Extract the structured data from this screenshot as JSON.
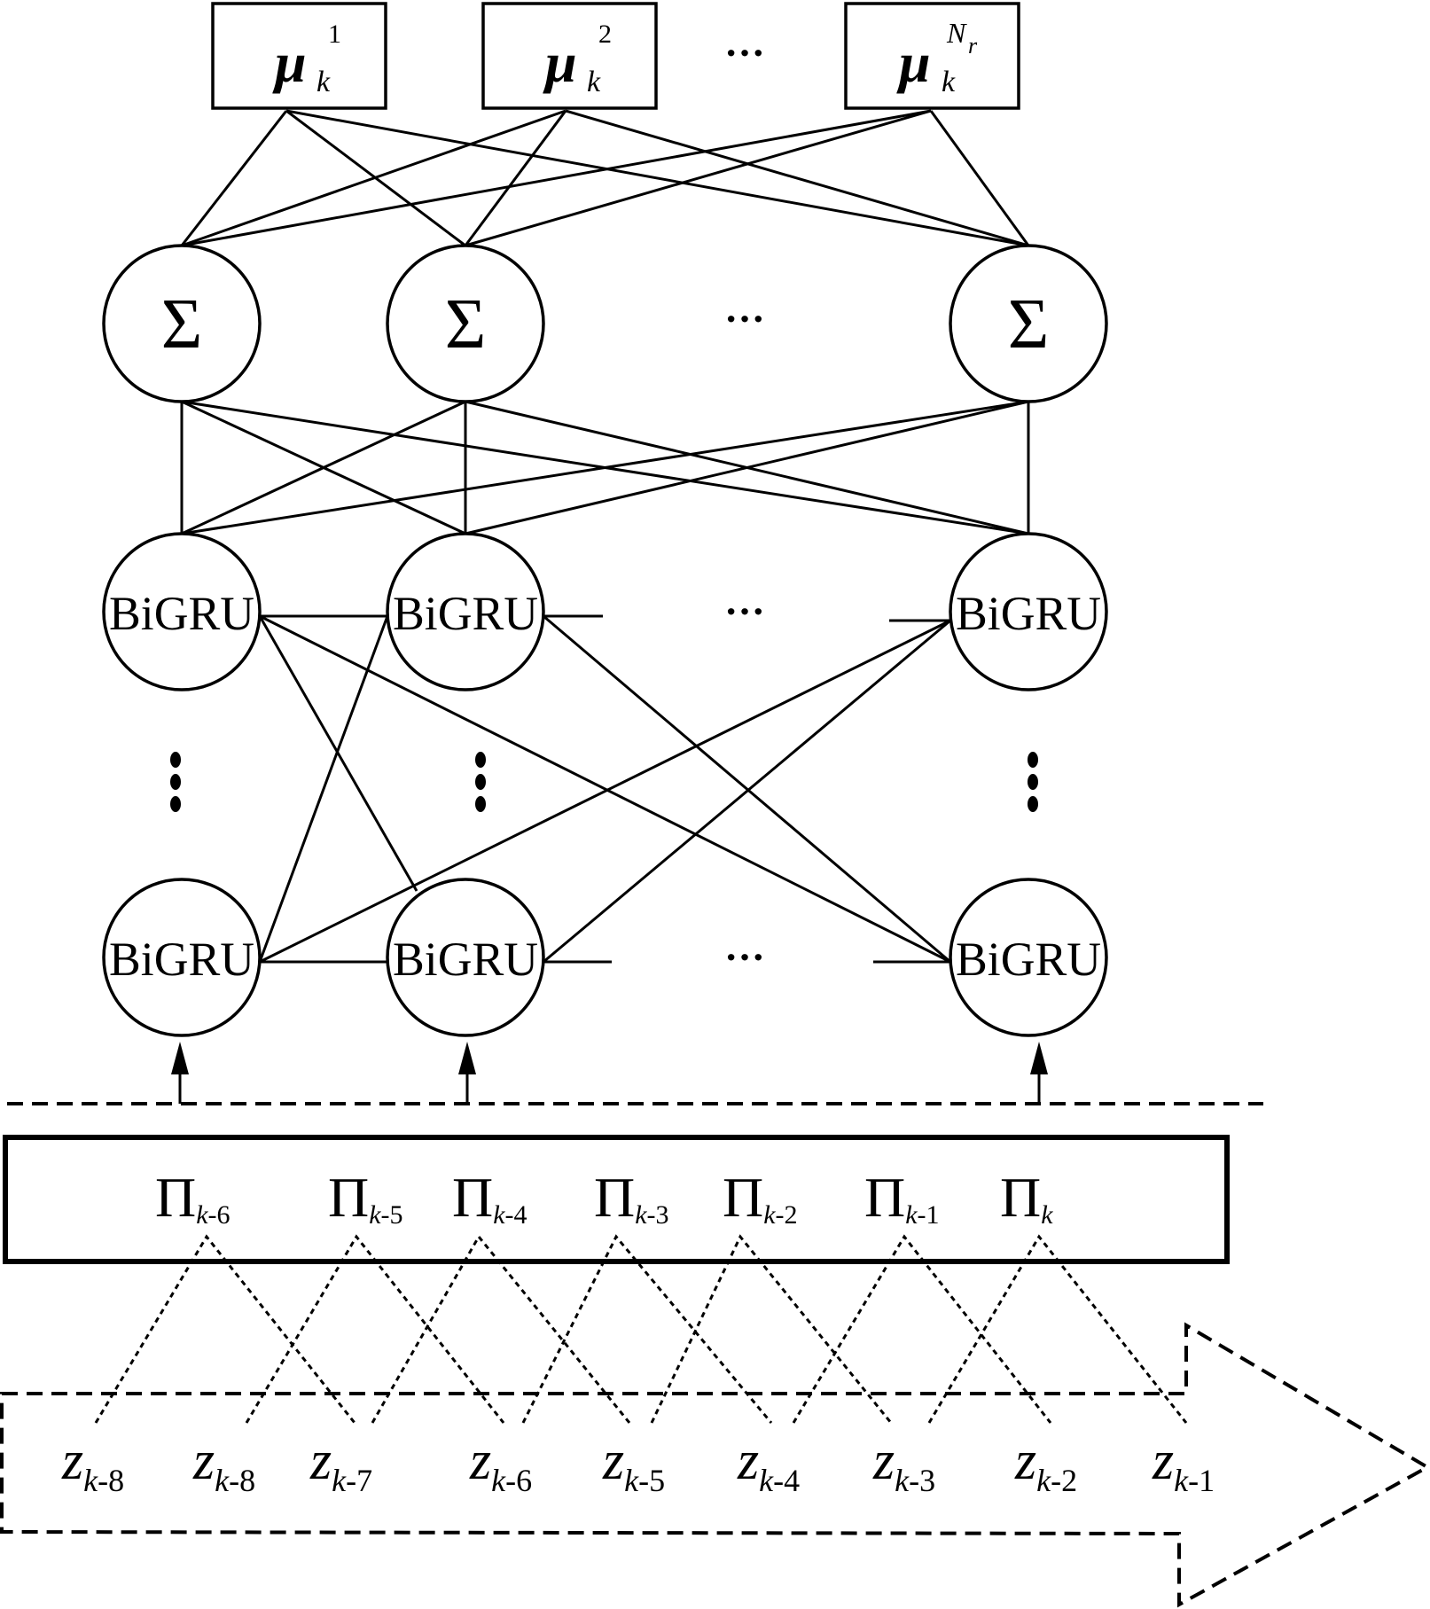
{
  "diagram": {
    "output_layer": {
      "nodes": [
        {
          "symbol": "μ",
          "sub": "k",
          "sup": "1"
        },
        {
          "symbol": "μ",
          "sub": "k",
          "sup": "2"
        },
        {
          "symbol": "μ",
          "sub": "k",
          "sup": "N",
          "sup_sub": "r"
        }
      ],
      "ellipsis": "···"
    },
    "sum_layer": {
      "label": "Σ",
      "count_visible": 3,
      "ellipsis": "···"
    },
    "bigru_layers": {
      "label": "BiGRU",
      "rows": 2,
      "ellipsis": "···",
      "vertical_ellipsis": "⋮"
    },
    "pi_box": {
      "items": [
        {
          "symbol": "Π",
          "sub_var": "k",
          "sub_rest": "-6"
        },
        {
          "symbol": "Π",
          "sub_var": "k",
          "sub_rest": "-5"
        },
        {
          "symbol": "Π",
          "sub_var": "k",
          "sub_rest": "-4"
        },
        {
          "symbol": "Π",
          "sub_var": "k",
          "sub_rest": "-3"
        },
        {
          "symbol": "Π",
          "sub_var": "k",
          "sub_rest": "-2"
        },
        {
          "symbol": "Π",
          "sub_var": "k",
          "sub_rest": "-1"
        },
        {
          "symbol": "Π",
          "sub_var": "k",
          "sub_rest": ""
        }
      ]
    },
    "inputs": {
      "items": [
        {
          "symbol": "z",
          "sub_var": "k",
          "sub_rest": "-8"
        },
        {
          "symbol": "z",
          "sub_var": "k",
          "sub_rest": "-8"
        },
        {
          "symbol": "z",
          "sub_var": "k",
          "sub_rest": "-7"
        },
        {
          "symbol": "z",
          "sub_var": "k",
          "sub_rest": "-6"
        },
        {
          "symbol": "z",
          "sub_var": "k",
          "sub_rest": "-5"
        },
        {
          "symbol": "z",
          "sub_var": "k",
          "sub_rest": "-4"
        },
        {
          "symbol": "z",
          "sub_var": "k",
          "sub_rest": "-3"
        },
        {
          "symbol": "z",
          "sub_var": "k",
          "sub_rest": "-2"
        },
        {
          "symbol": "z",
          "sub_var": "k",
          "sub_rest": "-1"
        }
      ]
    }
  }
}
